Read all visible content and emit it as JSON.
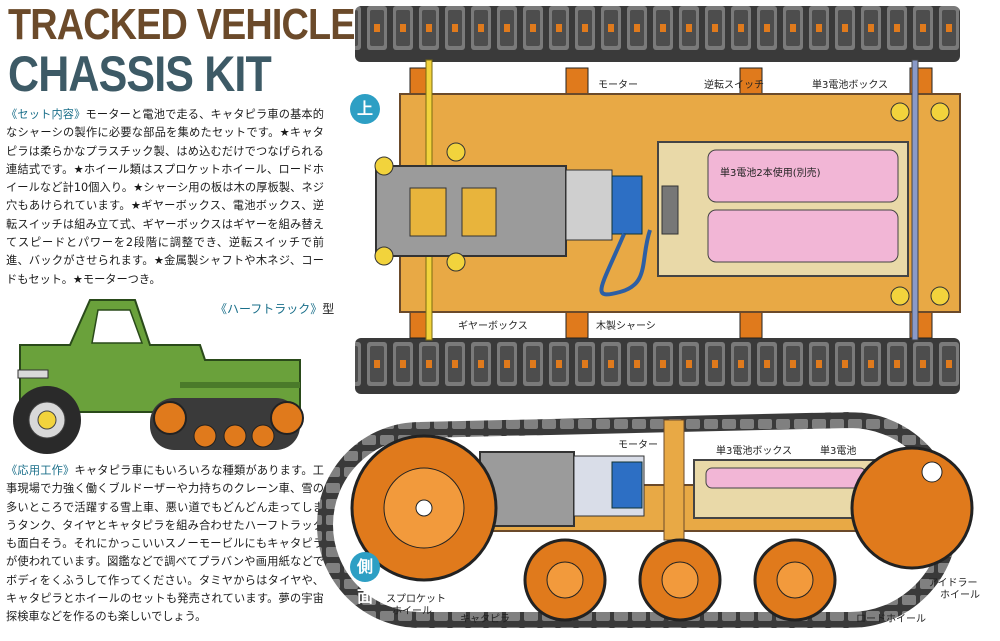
{
  "title": {
    "line1": "TRACKED VEHICLE",
    "line2": "CHASSIS KIT"
  },
  "intro": {
    "head": "《セット内容》",
    "text": "モーターと電池で走る、キャタピラ車の基本的なシャーシの製作に必要な部品を集めたセットです。★キャタピラは柔らかなプラスチック製、はめ込むだけでつなげられる連結式です。★ホイール類はスプロケットホイール、ロードホイールなど計10個入り。★シャーシ用の板は木の厚板製、ネジ穴もあけられています。★ギヤーボックス、電池ボックス、逆転スイッチは組み立て式、ギヤーボックスはギヤーを組み替えてスピードとパワーを2段階に調整でき、逆転スイッチで前進、バックがさせられます。★金属製シャフトや木ネジ、コードもセット。★モーターつき。"
  },
  "halftrack": {
    "bracket": "《ハーフトラック》",
    "suffix": "型"
  },
  "apply": {
    "head": "《応用工作》",
    "text": "キャタピラ車にもいろいろな種類があります。工事現場で力強く働くブルドーザーや力持ちのクレーン車、雪の多いところで活躍する雪上車、悪い道でもどんどん走ってしまうタンク、タイヤとキャタピラを組み合わせたハーフトラックも面白そう。それにかっこいいスノーモービルにもキャタピラが使われています。図鑑などで調べてプラバンや画用紙などでボディをくふうして作ってください。タミヤからはタイヤや、キャタピラとホイールのセットも発売されています。夢の宇宙探検車などを作るのも楽しいでしょう。"
  },
  "top_view": {
    "badge": "上面",
    "motor": "モーター",
    "switch": "逆転スイッチ",
    "battery_box": "単3電池ボックス",
    "battery_note": "単3電池2本使用(別売)",
    "gearbox": "ギヤーボックス",
    "chassis": "木製シャーシ"
  },
  "side_view": {
    "badge": "側面",
    "motor": "モーター",
    "battery_box": "単3電池ボックス",
    "battery": "単3電池",
    "idler_1": "アイドラー",
    "idler_2": "ホイール",
    "sprocket_1": "スプロケット",
    "sprocket_2": "ホイール",
    "track": "キャタピラ",
    "road_wheel": "ロードホイール"
  },
  "colors": {
    "track": "#3a3a3a",
    "wood": "#e8a945",
    "orange": "#e07a1c",
    "truck": "#6aa13b",
    "pink": "#f2b6d6",
    "blue": "#2d9fc4"
  }
}
